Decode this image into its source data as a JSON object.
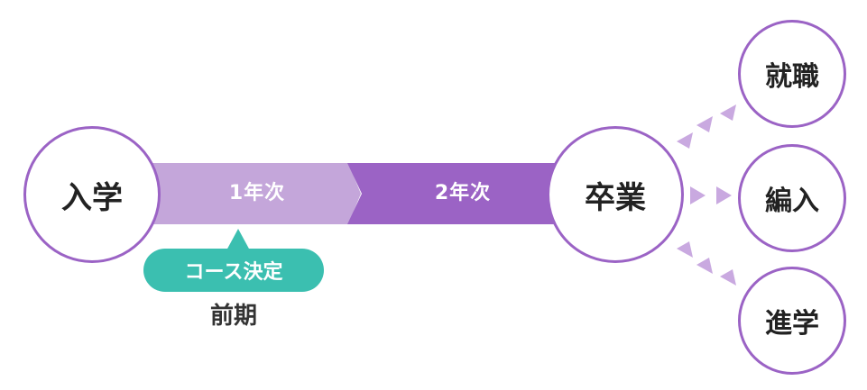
{
  "timeline": {
    "start": "入学",
    "year1": "1年次",
    "year2": "2年次",
    "end": "卒業"
  },
  "milestone": {
    "badge": "コース決定",
    "period": "前期"
  },
  "outcomes": [
    "就職",
    "編入",
    "進学"
  ],
  "colors": {
    "band_light": "#c4a6da",
    "band_dark": "#9b63c5",
    "circle_border": "#9b63c5",
    "badge": "#3bbfb0",
    "arrow": "#c9a9e0"
  }
}
